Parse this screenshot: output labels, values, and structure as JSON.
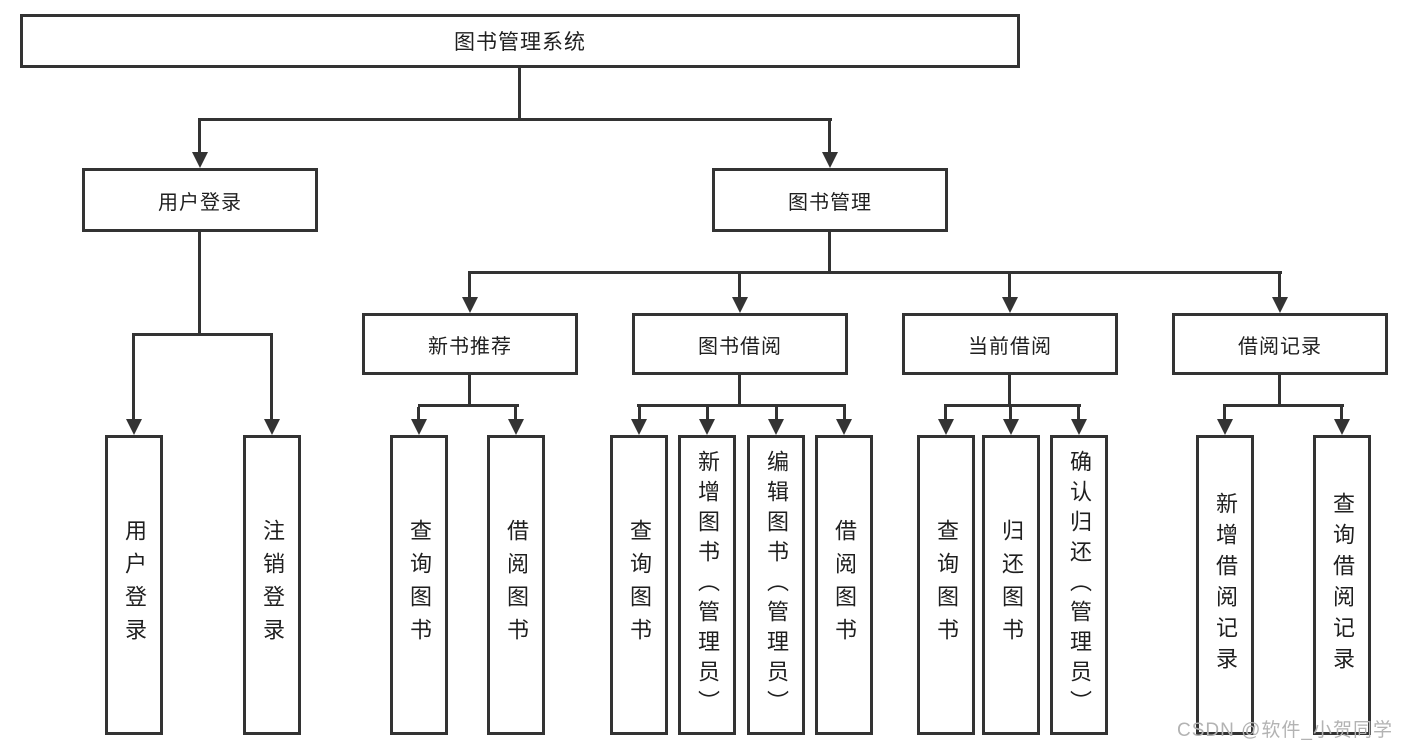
{
  "diagram": {
    "root": "图书管理系统",
    "children": [
      {
        "label": "用户登录",
        "children": [
          {
            "label": "用户登录"
          },
          {
            "label": "注销登录"
          }
        ]
      },
      {
        "label": "图书管理",
        "children": [
          {
            "label": "新书推荐",
            "children": [
              {
                "label": "查询图书"
              },
              {
                "label": "借阅图书"
              }
            ]
          },
          {
            "label": "图书借阅",
            "children": [
              {
                "label": "查询图书"
              },
              {
                "label": "新增图书（管理员）"
              },
              {
                "label": "编辑图书（管理员）"
              },
              {
                "label": "借阅图书"
              }
            ]
          },
          {
            "label": "当前借阅",
            "children": [
              {
                "label": "查询图书"
              },
              {
                "label": "归还图书"
              },
              {
                "label": "确认归还（管理员）"
              }
            ]
          },
          {
            "label": "借阅记录",
            "children": [
              {
                "label": "新增借阅记录"
              },
              {
                "label": "查询借阅记录"
              }
            ]
          }
        ]
      }
    ]
  },
  "watermark": {
    "text": "CSDN @软件_小贺同学"
  },
  "colors": {
    "line": "#333333",
    "text": "#1f1f1f",
    "watermark": "#b3b3b3",
    "background": "#ffffff"
  }
}
